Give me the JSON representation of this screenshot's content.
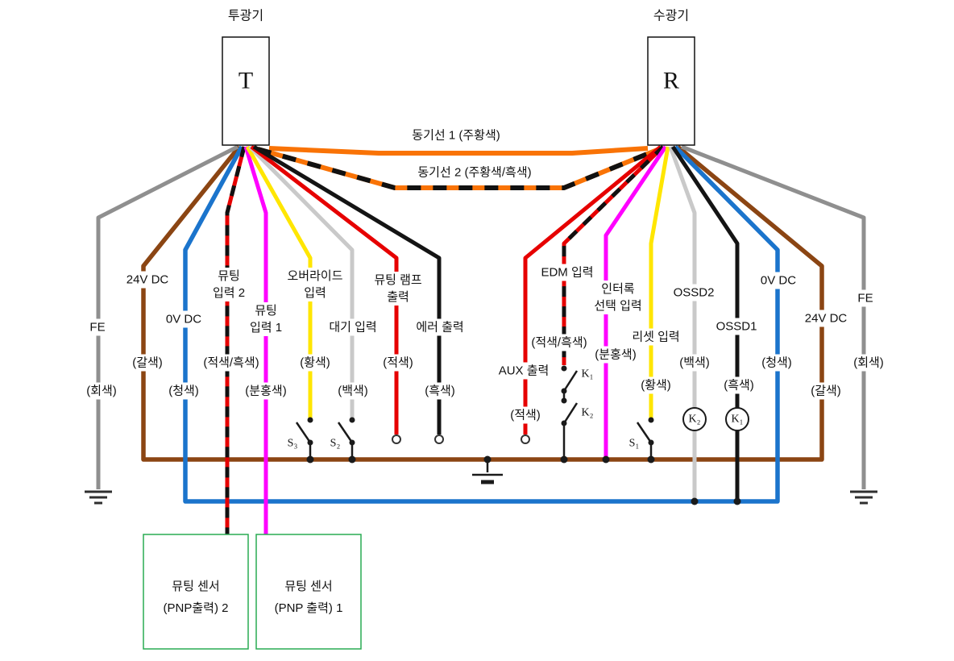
{
  "colors": {
    "orange": "#f97306",
    "brown": "#8b4513",
    "blue": "#1b74cc",
    "red": "#e60000",
    "magenta": "#ff00ff",
    "yellow": "#ffe600",
    "gray": "#8f8f8f",
    "white_wire": "#c9c9c9",
    "black_wire": "#141414",
    "sensor_box_green": "#29ab52"
  },
  "transmitter": {
    "title": "투광기",
    "letter": "T"
  },
  "receiver": {
    "title": "수광기",
    "letter": "R"
  },
  "sync": {
    "line1": "동기선 1 (주황색)",
    "line2": "동기선 2 (주황색/흑색)"
  },
  "t_wires": {
    "fe": {
      "name": "FE",
      "color": "(회색)"
    },
    "v24": {
      "name": "24V DC",
      "color": "(갈색)"
    },
    "v0": {
      "name": "0V DC",
      "color": "(청색)"
    },
    "muting2": {
      "name1": "뮤팅",
      "name2": "입력 2",
      "color": "(적색/흑색)"
    },
    "muting1": {
      "name1": "뮤팅",
      "name2": "입력 1",
      "color": "(분홍색)"
    },
    "override": {
      "name1": "오버라이드",
      "name2": "입력",
      "color": "(황색)"
    },
    "standby": {
      "name": "대기 입력",
      "color": "(백색)"
    },
    "lamp": {
      "name1": "뮤팅 램프",
      "name2": "출력",
      "color": "(적색)"
    },
    "error": {
      "name": "에러 출력",
      "color": "(흑색)"
    }
  },
  "r_wires": {
    "edm": {
      "name": "EDM 입력",
      "color": "(적색/흑색)"
    },
    "aux": {
      "name": "AUX 출력",
      "color": "(적색)"
    },
    "interlock": {
      "name1": "인터록",
      "name2": "선택 입력",
      "color": "(분홍색)"
    },
    "reset": {
      "name": "리셋 입력",
      "color": "(황색)"
    },
    "ossd2": {
      "name": "OSSD2",
      "color": "(백색)"
    },
    "ossd1": {
      "name": "OSSD1",
      "color": "(흑색)"
    },
    "v0": {
      "name": "0V DC",
      "color": "(청색)"
    },
    "v24": {
      "name": "24V DC",
      "color": "(갈색)"
    },
    "fe": {
      "name": "FE",
      "color": "(회색)"
    }
  },
  "switches": {
    "s3": "S₃",
    "s2": "S₂",
    "s1": "S₁"
  },
  "contacts": {
    "k1": "K₁",
    "k2": "K₂"
  },
  "coils": {
    "k2": "K₂",
    "k1": "K₁"
  },
  "sensors": {
    "sensor2": {
      "line1": "뮤팅 센서",
      "line2": "(PNP출력) 2"
    },
    "sensor1": {
      "line1": "뮤팅 센서",
      "line2": "(PNP 출력) 1"
    }
  }
}
